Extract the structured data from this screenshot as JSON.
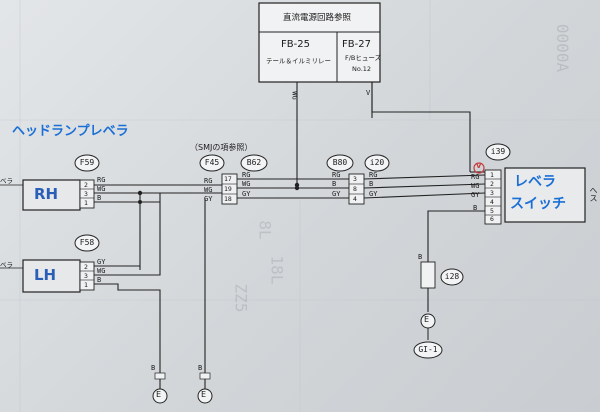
{
  "top_box": {
    "header": "直流電源回路参照",
    "fb25": "FB-25",
    "fb25_sub": "テール＆イルミリレー",
    "fb27": "FB-27",
    "fb27_sub": "F/Bヒューズ",
    "fb27_no": "No.12"
  },
  "left_title": "ヘッドランプレベラ",
  "smj_note": "（SMJの項参照）",
  "bera_label_1": "ベラ",
  "bera_label_2": "ベラ",
  "right_edge": "へス",
  "rh": {
    "label": "RH",
    "connector": "F59",
    "pins": [
      "2",
      "3",
      "1"
    ],
    "wires": [
      "RG",
      "WG",
      "B"
    ]
  },
  "lh": {
    "label": "LH",
    "connector": "F58",
    "pins": [
      "2",
      "3",
      "1"
    ],
    "wires": [
      "GY",
      "WG",
      "B"
    ]
  },
  "f45": {
    "connector": "F45",
    "pins": [
      "17",
      "19",
      "18"
    ],
    "wires": [
      "RG",
      "WG",
      "GY"
    ]
  },
  "b62": {
    "connector": "B62"
  },
  "b80": {
    "connector": "B80",
    "pins": [
      "3",
      "8",
      "4"
    ],
    "wires": [
      "RG",
      "B",
      "GY"
    ]
  },
  "i20": {
    "connector": "i20"
  },
  "switch": {
    "label_1": "レベラ",
    "label_2": "スイッチ",
    "connector": "i39",
    "pins": [
      "1",
      "2",
      "3",
      "4",
      "5",
      "6"
    ],
    "wires": [
      "RG",
      "WG",
      "GY",
      "B"
    ],
    "marker": "V"
  },
  "fuse_wire_top": "WG",
  "fuse_wire_right": "V",
  "i28": {
    "connector": "i28",
    "wire": "B"
  },
  "grounds": {
    "g1_label": "E",
    "g1_ref": "GI-1",
    "e_left": "E",
    "e_right": "E",
    "wire_left": "B",
    "wire_right": "B"
  },
  "ghost_text": [
    "0000A",
    "8L",
    "ZZ5",
    "18L"
  ]
}
